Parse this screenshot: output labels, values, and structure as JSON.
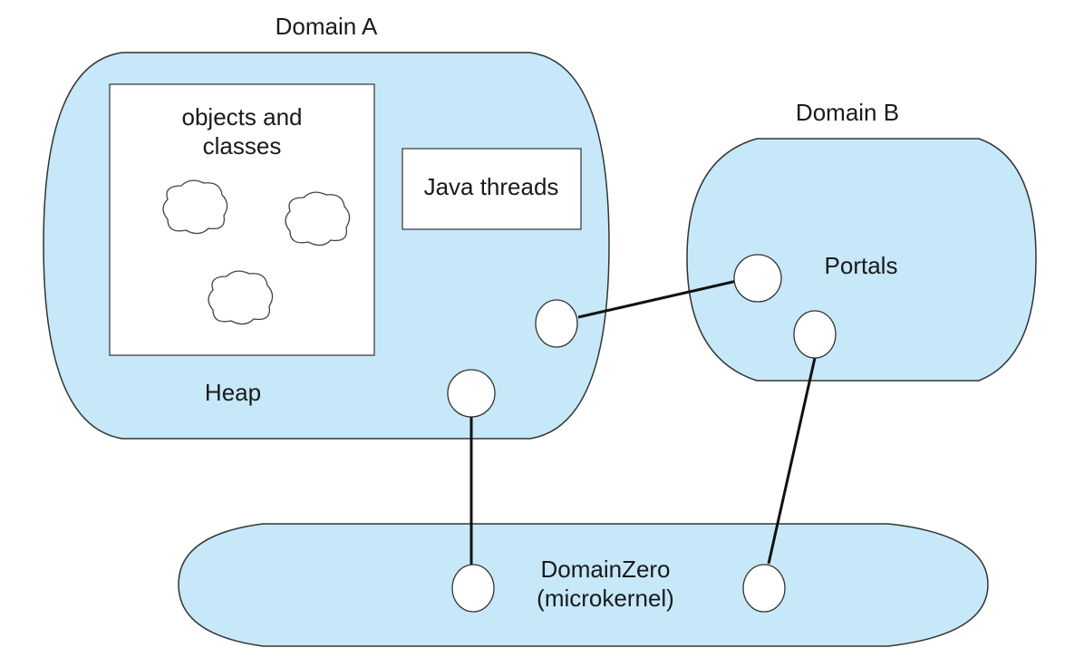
{
  "diagram": {
    "domain_a": {
      "title": "Domain A",
      "heap_box": {
        "line1": "objects and",
        "line2": "classes"
      },
      "heap_label": "Heap",
      "threads_label": "Java threads"
    },
    "domain_b": {
      "title": "Domain B",
      "portals_label": "Portals"
    },
    "domain_zero": {
      "line1": "DomainZero",
      "line2": "(microkernel)"
    },
    "colors": {
      "domain_fill": "#c6e8f8",
      "outline": "#333333",
      "connector": "#111111",
      "box_fill": "#ffffff"
    }
  }
}
